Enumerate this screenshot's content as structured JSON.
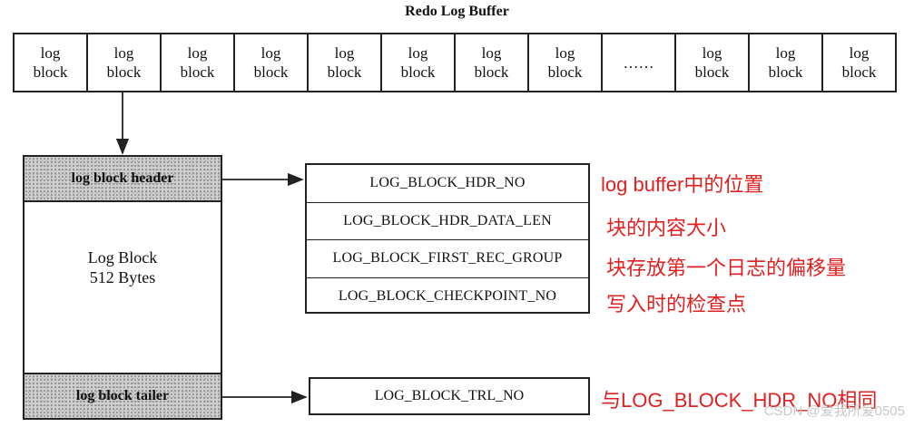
{
  "title": "Redo Log Buffer",
  "buffer_cells": [
    "log\nblock",
    "log\nblock",
    "log\nblock",
    "log\nblock",
    "log\nblock",
    "log\nblock",
    "log\nblock",
    "log\nblock",
    "……",
    "log\nblock",
    "log\nblock",
    "log\nblock"
  ],
  "log_block": {
    "header": "log block header",
    "body_line1": "Log Block",
    "body_line2": "512 Bytes",
    "tailer": "log block tailer"
  },
  "header_fields": [
    "LOG_BLOCK_HDR_NO",
    "LOG_BLOCK_HDR_DATA_LEN",
    "LOG_BLOCK_FIRST_REC_GROUP",
    "LOG_BLOCK_CHECKPOINT_NO"
  ],
  "tailer_field": "LOG_BLOCK_TRL_NO",
  "annotations": [
    "log buffer中的位置",
    "块的内容大小",
    "块存放第一个日志的偏移量",
    "写入时的检查点"
  ],
  "tailer_annotation": "与LOG_BLOCK_HDR_NO相同",
  "watermark": "CSDN @爱我所爱0505",
  "colors": {
    "annotation": "#e02020",
    "line": "#222222",
    "band": "#cfcfcf"
  }
}
